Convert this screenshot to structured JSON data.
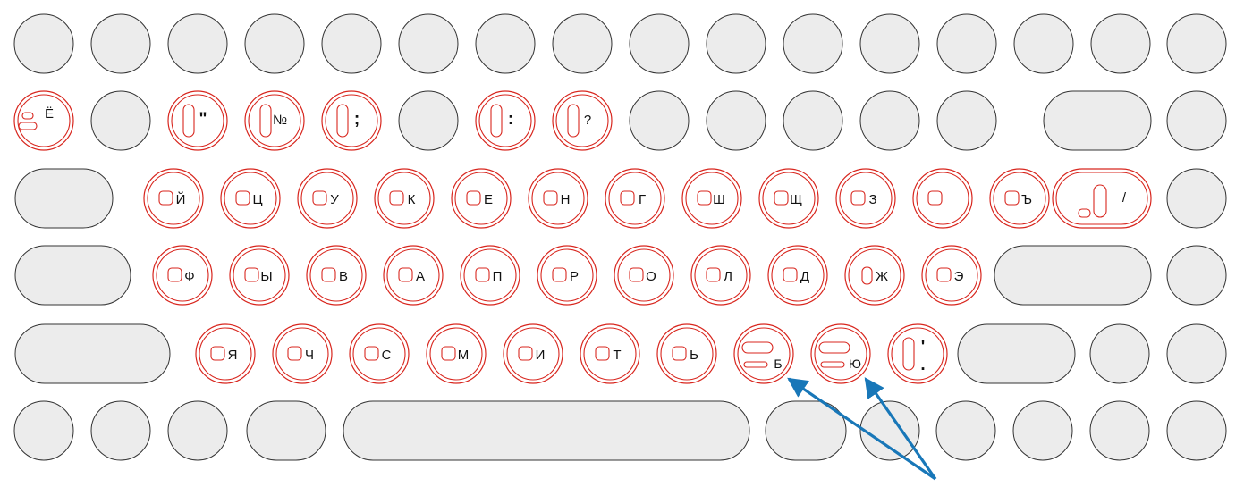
{
  "colors": {
    "key_fill": "#ececec",
    "key_stroke": "#333333",
    "highlight_stroke": "#d8261e",
    "arrow": "#1877b8",
    "label": "#111111"
  },
  "rows": [
    {
      "row": 1,
      "keys": [
        {
          "id": "k1"
        },
        {
          "id": "k2"
        },
        {
          "id": "k3"
        },
        {
          "id": "k4"
        },
        {
          "id": "k5"
        },
        {
          "id": "k6"
        },
        {
          "id": "k7"
        },
        {
          "id": "k8"
        },
        {
          "id": "k9"
        },
        {
          "id": "k10"
        },
        {
          "id": "k11"
        },
        {
          "id": "k12"
        },
        {
          "id": "k13"
        },
        {
          "id": "k14"
        },
        {
          "id": "k15"
        },
        {
          "id": "k16"
        }
      ]
    },
    {
      "row": 2,
      "keys": [
        {
          "id": "yo",
          "label": "Ё",
          "highlight": true,
          "bump": "stack"
        },
        {
          "id": "r2-blank-1"
        },
        {
          "id": "quote",
          "label": "\"",
          "highlight": true,
          "bump": "tall"
        },
        {
          "id": "numero",
          "label": "№",
          "highlight": true,
          "bump": "tall"
        },
        {
          "id": "semicolon",
          "label": ";",
          "highlight": true,
          "bump": "tall"
        },
        {
          "id": "r2-blank-2"
        },
        {
          "id": "colon",
          "label": ":",
          "highlight": true,
          "bump": "tall"
        },
        {
          "id": "question",
          "label": "?",
          "highlight": true,
          "bump": "tall"
        },
        {
          "id": "r2-blank-3"
        },
        {
          "id": "r2-blank-4"
        },
        {
          "id": "r2-blank-5"
        },
        {
          "id": "r2-blank-6"
        },
        {
          "id": "r2-blank-7"
        },
        {
          "id": "backspace",
          "wide": true
        },
        {
          "id": "r2-blank-8"
        }
      ]
    },
    {
      "row": 3,
      "keys": [
        {
          "id": "tab",
          "wide": true
        },
        {
          "id": "y-short",
          "label": "Й",
          "highlight": true,
          "bump": "square"
        },
        {
          "id": "ts",
          "label": "Ц",
          "highlight": true,
          "bump": "square"
        },
        {
          "id": "u",
          "label": "У",
          "highlight": true,
          "bump": "square"
        },
        {
          "id": "k",
          "label": "К",
          "highlight": true,
          "bump": "square"
        },
        {
          "id": "ye",
          "label": "Е",
          "highlight": true,
          "bump": "square"
        },
        {
          "id": "n",
          "label": "Н",
          "highlight": true,
          "bump": "square"
        },
        {
          "id": "g",
          "label": "Г",
          "highlight": true,
          "bump": "square"
        },
        {
          "id": "sh",
          "label": "Ш",
          "highlight": true,
          "bump": "square"
        },
        {
          "id": "shch",
          "label": "Щ",
          "highlight": true,
          "bump": "square"
        },
        {
          "id": "z",
          "label": "З",
          "highlight": true,
          "bump": "square"
        },
        {
          "id": "kh",
          "label": "",
          "highlight": true,
          "bump": "square"
        },
        {
          "id": "hard",
          "label": "Ъ",
          "highlight": true,
          "bump": "square"
        },
        {
          "id": "slash",
          "label": "/",
          "highlight": true,
          "bump": "slash",
          "wide": true
        },
        {
          "id": "r3-blank"
        }
      ]
    },
    {
      "row": 4,
      "keys": [
        {
          "id": "caps",
          "wide": true
        },
        {
          "id": "f",
          "label": "Ф",
          "highlight": true,
          "bump": "square"
        },
        {
          "id": "yery",
          "label": "Ы",
          "highlight": true,
          "bump": "square"
        },
        {
          "id": "v",
          "label": "В",
          "highlight": true,
          "bump": "square"
        },
        {
          "id": "a",
          "label": "А",
          "highlight": true,
          "bump": "square"
        },
        {
          "id": "p",
          "label": "П",
          "highlight": true,
          "bump": "square"
        },
        {
          "id": "r",
          "label": "Р",
          "highlight": true,
          "bump": "square"
        },
        {
          "id": "o",
          "label": "О",
          "highlight": true,
          "bump": "square"
        },
        {
          "id": "l",
          "label": "Л",
          "highlight": true,
          "bump": "square"
        },
        {
          "id": "d",
          "label": "Д",
          "highlight": true,
          "bump": "square"
        },
        {
          "id": "zh",
          "label": "Ж",
          "highlight": true,
          "bump": "tall-small"
        },
        {
          "id": "e-back",
          "label": "Э",
          "highlight": true,
          "bump": "square"
        },
        {
          "id": "enter",
          "wide": true
        },
        {
          "id": "r4-blank"
        }
      ]
    },
    {
      "row": 5,
      "keys": [
        {
          "id": "shift-left",
          "wide": true
        },
        {
          "id": "ya",
          "label": "Я",
          "highlight": true,
          "bump": "square"
        },
        {
          "id": "ch",
          "label": "Ч",
          "highlight": true,
          "bump": "square"
        },
        {
          "id": "s",
          "label": "С",
          "highlight": true,
          "bump": "square"
        },
        {
          "id": "m",
          "label": "М",
          "highlight": true,
          "bump": "square"
        },
        {
          "id": "i",
          "label": "И",
          "highlight": true,
          "bump": "square"
        },
        {
          "id": "t",
          "label": "Т",
          "highlight": true,
          "bump": "square"
        },
        {
          "id": "soft",
          "label": "Ь",
          "highlight": true,
          "bump": "square"
        },
        {
          "id": "b",
          "label": "Б",
          "highlight": true,
          "bump": "split"
        },
        {
          "id": "yu",
          "label": "Ю",
          "highlight": true,
          "bump": "split"
        },
        {
          "id": "apostrophe-dot",
          "label": "'",
          "label2": ".",
          "highlight": true,
          "bump": "tall"
        },
        {
          "id": "shift-right",
          "wide": true
        },
        {
          "id": "r5-blank-1"
        },
        {
          "id": "r5-blank-2"
        }
      ]
    },
    {
      "row": 6,
      "keys": [
        {
          "id": "r6-blank-1"
        },
        {
          "id": "r6-blank-2"
        },
        {
          "id": "r6-blank-3"
        },
        {
          "id": "r6-wide-left",
          "wide": true
        },
        {
          "id": "space",
          "wide": true
        },
        {
          "id": "r6-wide-right",
          "wide": true
        },
        {
          "id": "r6-blank-4"
        },
        {
          "id": "r6-blank-5"
        },
        {
          "id": "r6-blank-6"
        },
        {
          "id": "r6-blank-7"
        },
        {
          "id": "r6-blank-8"
        }
      ]
    }
  ],
  "arrows": [
    {
      "id": "arrow-to-b",
      "from": "pointer",
      "to": "b"
    },
    {
      "id": "arrow-to-yu",
      "from": "pointer",
      "to": "yu"
    }
  ]
}
